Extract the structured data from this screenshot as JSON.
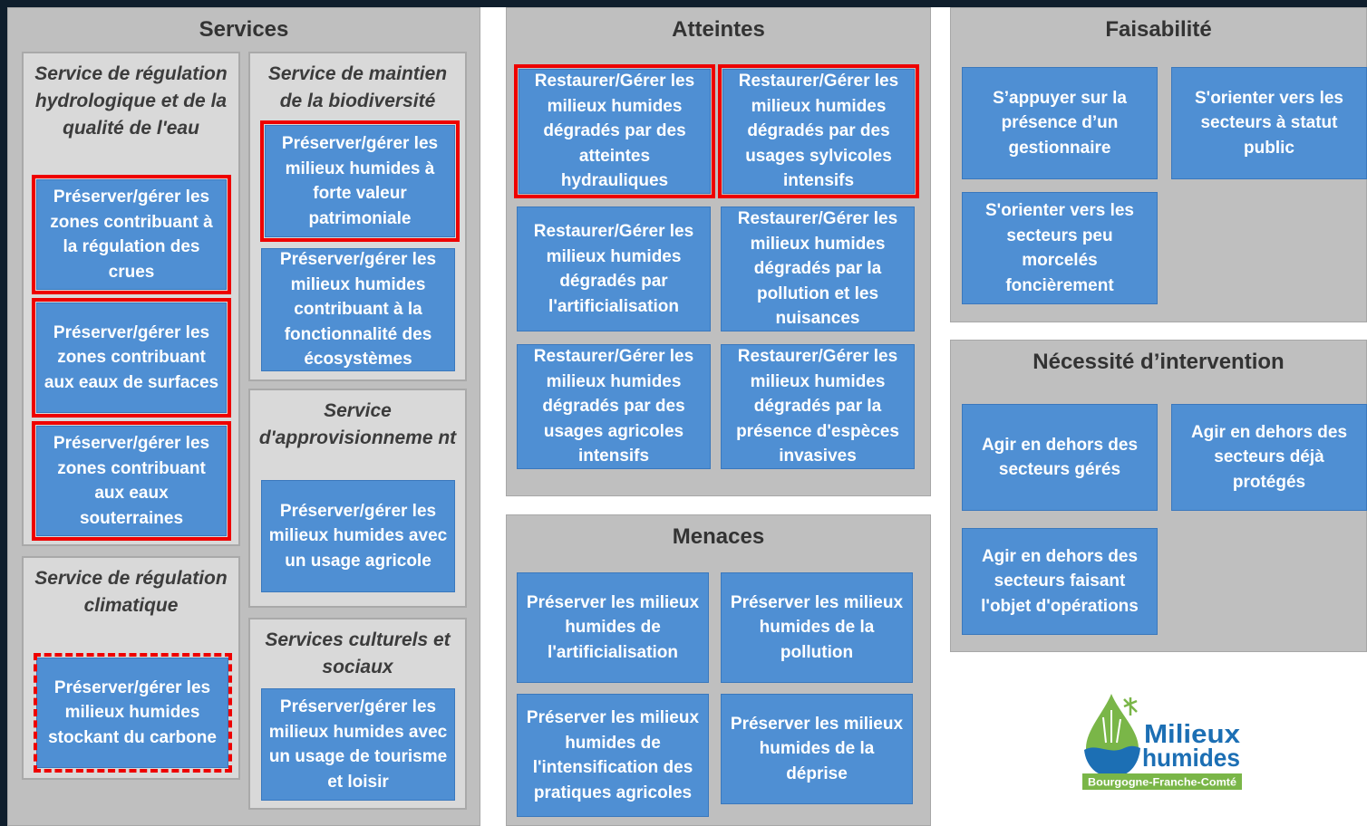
{
  "services": {
    "title": "Services",
    "hydro": {
      "title": "Service de régulation hydrologique et de la qualité de l'eau",
      "items": [
        "Préserver/gérer les zones contribuant à la régulation des crues",
        "Préserver/gérer les zones contribuant aux eaux de surfaces",
        "Préserver/gérer les zones contribuant aux eaux souterraines"
      ]
    },
    "biodiv": {
      "title": "Service de maintien de la biodiversité",
      "items": [
        "Préserver/gérer les milieux humides à forte valeur patrimoniale",
        "Préserver/gérer les milieux humides contribuant à la fonctionnalité des écosystèmes"
      ]
    },
    "climat": {
      "title": "Service de régulation climatique",
      "items": [
        "Préserver/gérer les milieux humides stockant du carbone"
      ]
    },
    "appro": {
      "title": "Service d'approvisionneme nt",
      "items": [
        "Préserver/gérer les milieux humides avec un usage agricole"
      ]
    },
    "culturels": {
      "title": "Services culturels et sociaux",
      "items": [
        "Préserver/gérer les milieux humides avec un usage de tourisme et loisir"
      ]
    }
  },
  "atteintes": {
    "title": "Atteintes",
    "items": [
      "Restaurer/Gérer les milieux humides dégradés par des atteintes hydrauliques",
      "Restaurer/Gérer les milieux humides dégradés par des usages sylvicoles intensifs",
      "Restaurer/Gérer les milieux humides dégradés par l'artificialisation",
      "Restaurer/Gérer les milieux humides dégradés par la pollution et les nuisances",
      "Restaurer/Gérer les milieux humides dégradés par des usages agricoles intensifs",
      "Restaurer/Gérer les milieux humides dégradés par la présence d'espèces invasives"
    ]
  },
  "menaces": {
    "title": "Menaces",
    "items": [
      "Préserver les milieux humides de l'artificialisation",
      "Préserver les milieux humides de la pollution",
      "Préserver les milieux humides de l'intensification des pratiques agricoles",
      "Préserver les milieux humides de la déprise"
    ]
  },
  "faisabilite": {
    "title": "Faisabilité",
    "items": [
      "S’appuyer sur la présence d’un gestionnaire",
      "S'orienter vers les secteurs à statut public",
      "S'orienter vers les secteurs peu morcelés foncièrement"
    ]
  },
  "necessite": {
    "title": "Nécessité d’intervention",
    "items": [
      "Agir en dehors des secteurs gérés",
      "Agir en dehors des secteurs déjà protégés",
      "Agir en dehors des secteurs faisant l'objet d'opérations"
    ]
  },
  "logo": {
    "line1": "Milieux",
    "line2": "humides",
    "region": "Bourgogne-Franche-Comté"
  },
  "colors": {
    "box_blue": "#4f8fd3",
    "highlight_red": "#ee0000",
    "panel_gray": "#bfbfbf",
    "logo_blue": "#1c6fb4",
    "logo_green": "#7ab648"
  }
}
